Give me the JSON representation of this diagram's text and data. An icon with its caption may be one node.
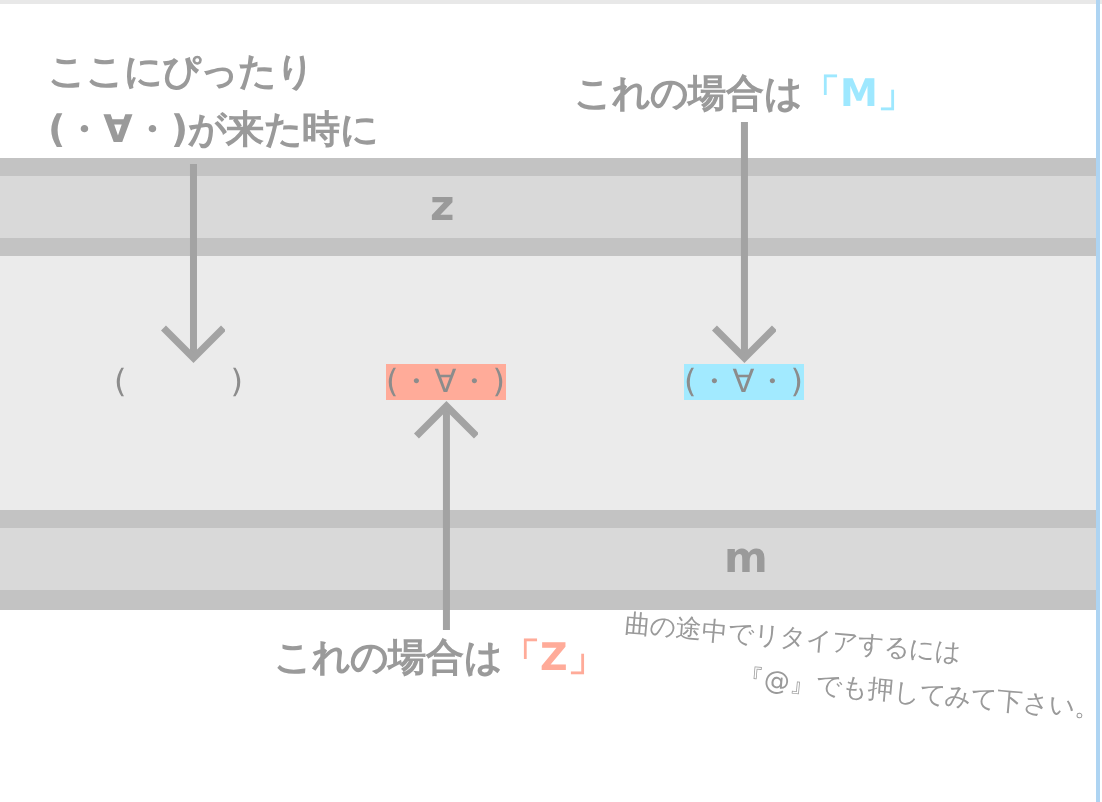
{
  "diagram": {
    "nodes": [
      {
        "text": [
          "ここにぴったり(・∀・)が来た時に"
        ]
      },
      {
        "text": [
          "これの場合は",
          "「M」"
        ]
      },
      {
        "text": [],
        "shape": "band"
      },
      {
        "text": [
          "(　　　)"
        ],
        "in": 2
      },
      {
        "text": [
          "(・∀・)"
        ],
        "in": 2
      },
      {
        "text": [
          "(・∀・)"
        ],
        "in": 2
      },
      {
        "text": [
          "これの場合は",
          "「Z」"
        ]
      }
    ],
    "edges": [
      {
        "from": 0,
        "to": 3,
        "arrow": "to"
      },
      {
        "from": 1,
        "to": 5,
        "arrow": "to"
      },
      {
        "from": 6,
        "to": 4,
        "arrow": "to"
      }
    ],
    "labels": [
      "z",
      "m",
      "曲の途中でリタイアするには『@』でも押してみて下さい。"
    ]
  }
}
